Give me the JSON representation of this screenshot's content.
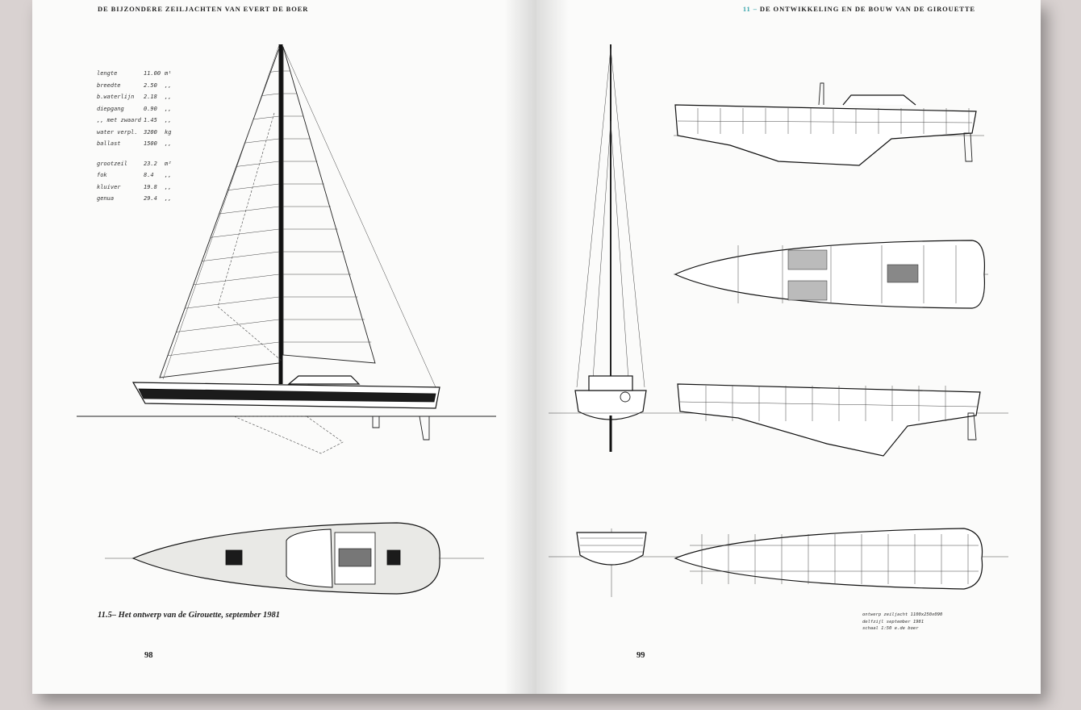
{
  "left_page": {
    "running_head": "DE BIJZONDERE ZEILJACHTEN VAN EVERT DE BOER",
    "caption": "11.5– Het ontwerp van de Girouette, september 1981",
    "page_number": "98",
    "specs": [
      {
        "label": "lengte",
        "value": "11.00",
        "unit": "m¹"
      },
      {
        "label": "breedte",
        "value": "2.50",
        "unit": ",,"
      },
      {
        "label": "b.waterlijn",
        "value": "2.18",
        "unit": ",,"
      },
      {
        "label": "diepgang",
        "value": "0.90",
        "unit": ",,"
      },
      {
        "label": ",, met zwaard",
        "value": "1.45",
        "unit": ",,"
      },
      {
        "label": "water verpl.",
        "value": "3200",
        "unit": "kg"
      },
      {
        "label": "ballast",
        "value": "1500",
        "unit": ",,"
      },
      {
        "label": "grootzeil",
        "value": "23.2",
        "unit": "m²"
      },
      {
        "label": "fok",
        "value": "8.4",
        "unit": ",,"
      },
      {
        "label": "kluiver",
        "value": "19.8",
        "unit": ",,"
      },
      {
        "label": "genua",
        "value": "29.4",
        "unit": ",,"
      }
    ]
  },
  "right_page": {
    "chapter_number": "11",
    "chapter_dash": "–",
    "running_head": "DE ONTWIKKELING EN DE BOUW VAN DE GIROUETTE",
    "page_number": "99",
    "signature_lines": [
      "ontwerp  zeiljacht  1100x250x090",
      "delfzijl   september   1981",
      "schaal   1:50        e.de boer"
    ]
  }
}
